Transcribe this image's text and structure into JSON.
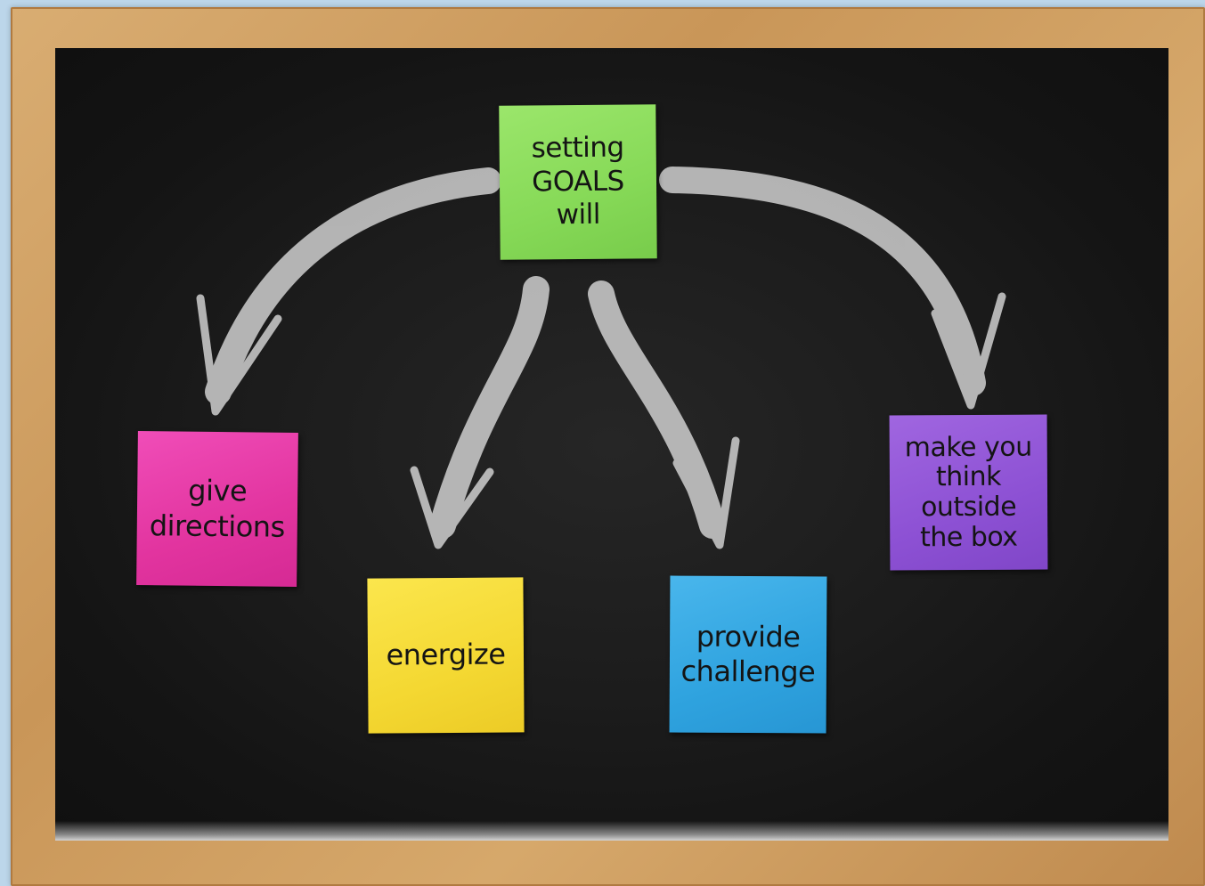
{
  "notes": {
    "center": {
      "lines": [
        "setting",
        "GOALS",
        "will"
      ],
      "color": "#86d957"
    },
    "left": {
      "lines": [
        "give",
        "directions"
      ],
      "color": "#e2349f"
    },
    "mid_left": {
      "lines": [
        "energize"
      ],
      "color": "#f4d832"
    },
    "mid_right": {
      "lines": [
        "provide",
        "challenge"
      ],
      "color": "#2fa3df"
    },
    "right": {
      "lines": [
        "make you",
        "think",
        "outside",
        "the box"
      ],
      "color": "#8d51d4"
    }
  },
  "colors": {
    "board": "#1c1c1c",
    "frame": "#c99658",
    "chalk": "#d8d8d8"
  }
}
